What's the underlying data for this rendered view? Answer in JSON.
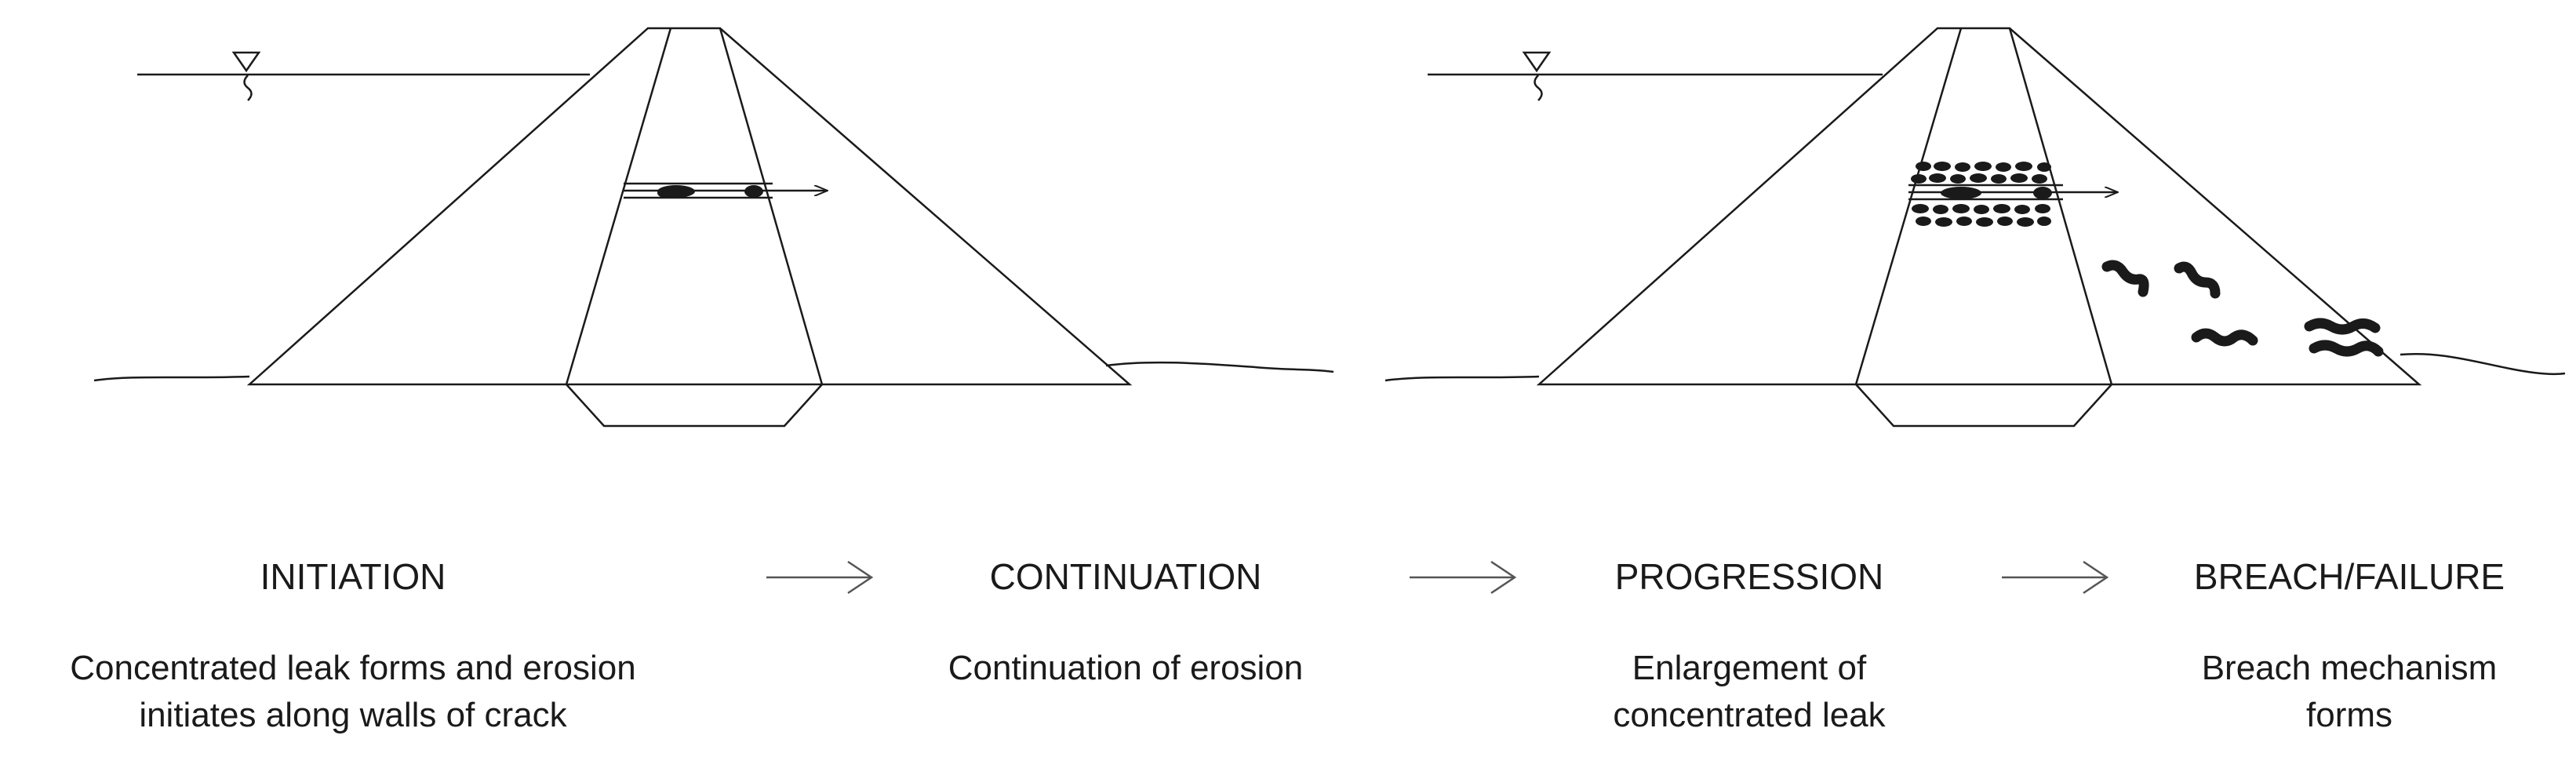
{
  "stages": [
    {
      "title": "INITIATION",
      "desc_lines": [
        "Concentrated leak forms and erosion",
        "initiates along walls of crack"
      ]
    },
    {
      "title": "CONTINUATION",
      "desc_lines": [
        "Continuation of erosion"
      ]
    },
    {
      "title": "PROGRESSION",
      "desc_lines": [
        "Enlargement of",
        "concentrated leak"
      ]
    },
    {
      "title": "BREACH/FAILURE",
      "desc_lines": [
        "Breach mechanism",
        "forms"
      ]
    }
  ],
  "panels": [
    {
      "stage": "initiation",
      "water_level_symbol": "water-level-triangle-icon",
      "features": [
        "leak-path-arrow",
        "eroded-soil-particles"
      ]
    },
    {
      "stage": "progression",
      "water_level_symbol": "water-level-triangle-icon",
      "features": [
        "leak-path-arrow",
        "eroded-soil-particles",
        "downstream-erosion-marks"
      ]
    }
  ],
  "colors": {
    "line": "#1a1a1a",
    "background": "#ffffff"
  }
}
